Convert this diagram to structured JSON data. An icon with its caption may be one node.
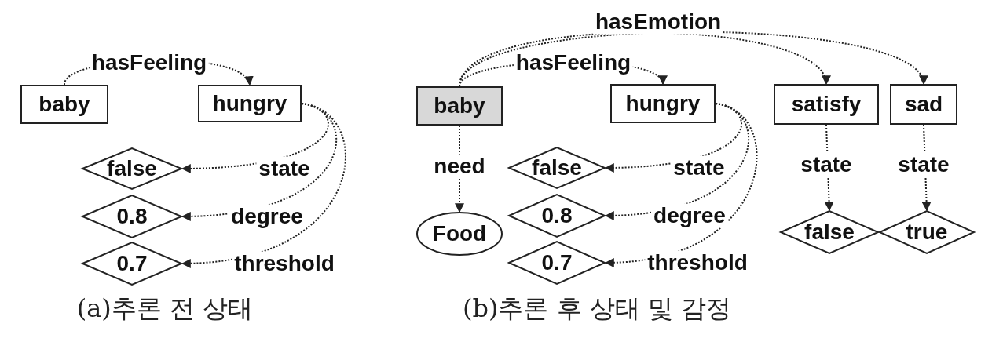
{
  "diagram": {
    "nodes": [
      {
        "text": [
          "baby"
        ]
      },
      {
        "text": [
          "hungry"
        ]
      },
      {
        "text": [
          "false"
        ]
      },
      {
        "text": [
          "0.8"
        ]
      },
      {
        "text": [
          "0.7"
        ]
      },
      {
        "text": [
          "baby"
        ]
      },
      {
        "text": [
          "hungry"
        ]
      },
      {
        "text": [
          "satisfy"
        ]
      },
      {
        "text": [
          "sad"
        ]
      },
      {
        "text": [
          "false"
        ]
      },
      {
        "text": [
          "0.8"
        ]
      },
      {
        "text": [
          "0.7"
        ]
      },
      {
        "text": [
          "Food"
        ]
      },
      {
        "text": [
          "false"
        ]
      },
      {
        "text": [
          "true"
        ]
      }
    ],
    "edges": [
      {
        "from": 0,
        "to": 1,
        "arrow": "to",
        "label": "hasFeeling"
      },
      {
        "from": 1,
        "to": 2,
        "arrow": "to",
        "label": "state"
      },
      {
        "from": 1,
        "to": 3,
        "arrow": "to",
        "label": "degree"
      },
      {
        "from": 1,
        "to": 4,
        "arrow": "to",
        "label": "threshold"
      },
      {
        "from": 5,
        "to": 6,
        "arrow": "to",
        "label": "hasFeeling"
      },
      {
        "from": 5,
        "to": 7,
        "arrow": "to",
        "label": "hasEmotion"
      },
      {
        "from": 5,
        "to": 8,
        "arrow": "to"
      },
      {
        "from": 5,
        "to": 12,
        "arrow": "to",
        "label": "need"
      },
      {
        "from": 6,
        "to": 9,
        "arrow": "to",
        "label": "state"
      },
      {
        "from": 6,
        "to": 10,
        "arrow": "to",
        "label": "degree"
      },
      {
        "from": 6,
        "to": 11,
        "arrow": "to",
        "label": "threshold"
      },
      {
        "from": 7,
        "to": 13,
        "arrow": "to",
        "label": "state"
      },
      {
        "from": 8,
        "to": 14,
        "arrow": "to",
        "label": "state"
      }
    ],
    "labels": [
      "(a)추론 전 상태",
      "(b)추론 후 상태 및 감정"
    ]
  }
}
